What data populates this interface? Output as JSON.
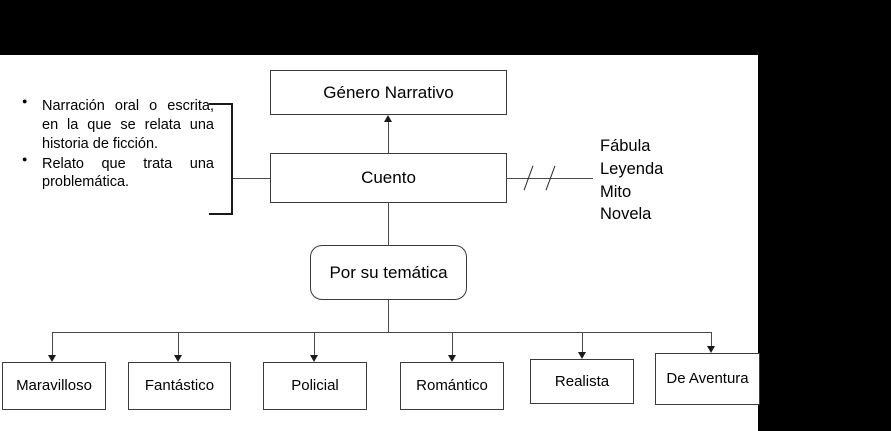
{
  "diagram": {
    "title": "Género Narrativo — Cuento",
    "nodes": {
      "genero": "Género Narrativo",
      "cuento": "Cuento",
      "tematica": "Por su temática"
    },
    "definitions": [
      "Narración oral o escrita, en la que se relata una historia de ficción.",
      "Relato que trata una problemática."
    ],
    "related_terms": [
      "Fábula",
      "Leyenda",
      "Mito",
      "Novela"
    ],
    "themes": [
      {
        "label": "Maravilloso"
      },
      {
        "label": "Fantástico"
      },
      {
        "label": "Policial"
      },
      {
        "label": "Romántico"
      },
      {
        "label": "Realista"
      },
      {
        "label": "De Aventura"
      }
    ],
    "colors": {
      "background": "#000000",
      "canvas": "#ffffff",
      "stroke": "#3a3a3a",
      "text": "#000000"
    }
  }
}
